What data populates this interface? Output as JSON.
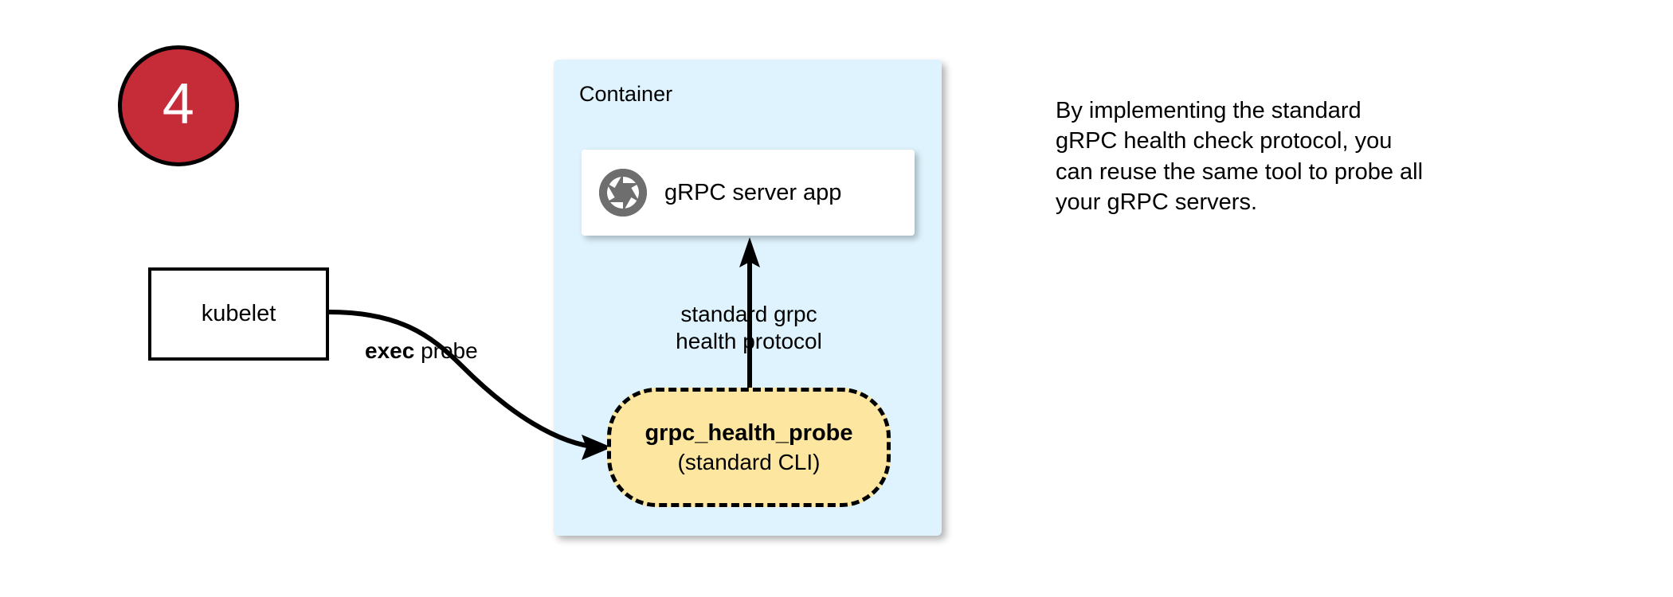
{
  "step": {
    "number": "4",
    "badge_fill": "#C62B38",
    "badge_text_color": "#FFFFFF"
  },
  "container": {
    "title": "Container",
    "fill": "#DEF3FD"
  },
  "server_card": {
    "label": "gRPC server app",
    "icon": "grpc-aperture-icon",
    "icon_color": "#6E6E6E",
    "fill": "#FFFFFF"
  },
  "probe": {
    "title": "grpc_health_probe",
    "subtitle": "(standard CLI)",
    "fill": "#FDE6A0",
    "border_style": "dashed"
  },
  "kubelet": {
    "label": "kubelet",
    "fill": "#FFFFFF"
  },
  "edges": [
    {
      "name": "exec-probe-edge",
      "label_strong": "exec",
      "label_rest": " probe",
      "from": "kubelet",
      "to": "grpc_health_probe"
    },
    {
      "name": "health-protocol-edge",
      "label_line1": "standard grpc",
      "label_line2": "health protocol",
      "from": "grpc_health_probe",
      "to": "gRPC server app"
    }
  ],
  "caption": {
    "lines": [
      "By implementing the standard",
      "gRPC health check protocol, you",
      "can reuse the same tool to probe all",
      "your gRPC servers."
    ]
  }
}
